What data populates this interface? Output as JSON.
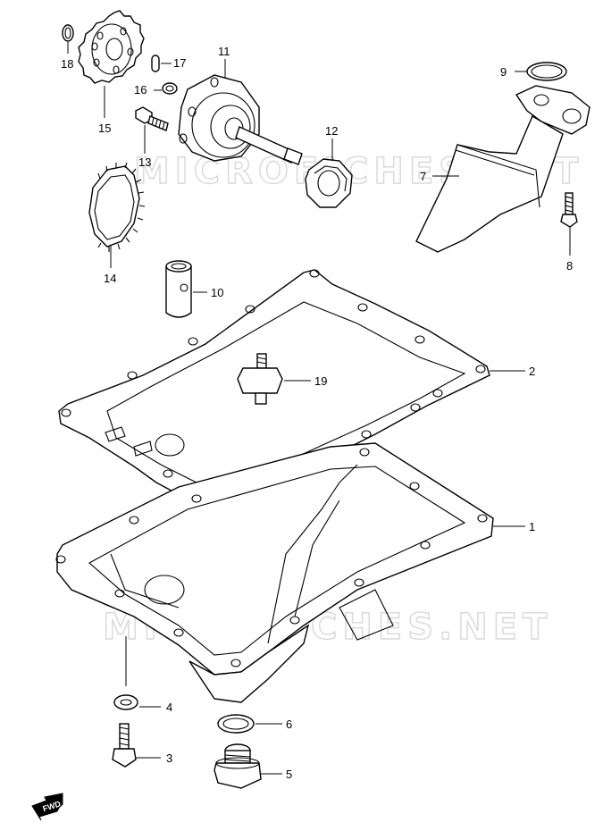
{
  "watermark": "MICROFICHES.NET",
  "fwd_label": "FWD",
  "callouts": {
    "c1": "1",
    "c2": "2",
    "c3": "3",
    "c4": "4",
    "c5": "5",
    "c6": "6",
    "c7": "7",
    "c8": "8",
    "c9": "9",
    "c10": "10",
    "c11": "11",
    "c12": "12",
    "c13": "13",
    "c14": "14",
    "c15": "15",
    "c16": "16",
    "c17": "17",
    "c18": "18",
    "c19": "19"
  }
}
